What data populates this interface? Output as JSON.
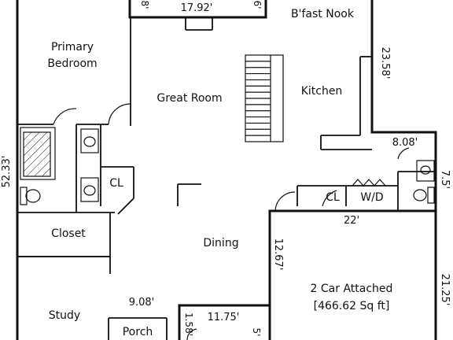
{
  "rooms": {
    "primary_bedroom_line1": "Primary",
    "primary_bedroom_line2": "Bedroom",
    "great_room": "Great Room",
    "bfast_nook": "B'fast Nook",
    "kitchen": "Kitchen",
    "closet_small": "CL",
    "closet": "Closet",
    "dining": "Dining",
    "laundry_closet": "CL",
    "washer_dryer": "W/D",
    "garage_line1": "2 Car Attached",
    "garage_line2": "[466.62 Sq ft]",
    "study": "Study",
    "porch": "Porch"
  },
  "dimensions": {
    "top_width": "17.92'",
    "top_left_small": "8'",
    "top_right_small": "6'",
    "kitchen_side": "23.58'",
    "left_side": "52.33'",
    "laundry_width": "8.08'",
    "laundry_side": "7.5'",
    "garage_width": "22'",
    "garage_left": "12.67'",
    "garage_right": "21.25'",
    "study_width": "9.08'",
    "bottom_width": "11.75'",
    "bottom_small_left": "1.58'",
    "bottom_small_right": "5'"
  }
}
